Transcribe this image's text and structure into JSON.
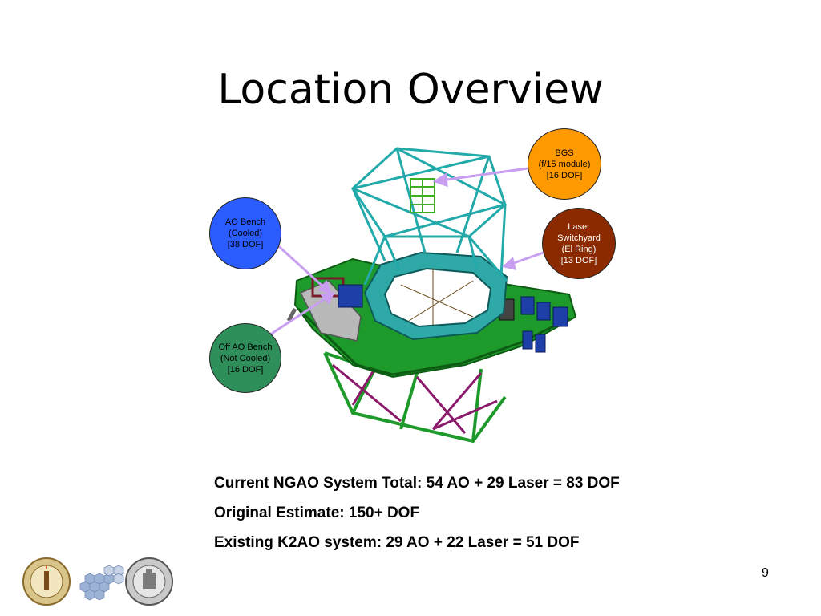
{
  "slide": {
    "title": "Location Overview",
    "page_number": "9"
  },
  "callouts": {
    "bgs": {
      "lines": [
        "BGS",
        "(f/15 module)",
        "[16 DOF]"
      ],
      "color": "#ff9900"
    },
    "ao_bench": {
      "lines": [
        "AO Bench",
        "(Cooled)",
        "[38 DOF]"
      ],
      "color": "#2a5cff"
    },
    "laser": {
      "lines": [
        "Laser",
        "Switchyard",
        "(El Ring)",
        "[13 DOF]"
      ],
      "color": "#8b2a00"
    },
    "off_ao_bench": {
      "lines": [
        "Off AO Bench",
        "(Not Cooled)",
        "[16 DOF]"
      ],
      "color": "#2f8f5b"
    }
  },
  "summary": [
    "Current NGAO System Total: 54 AO + 29 Laser = 83 DOF",
    "Original Estimate: 150+ DOF",
    "Existing K2AO system: 29 AO + 22 Laser = 51 DOF"
  ],
  "logos": {
    "left": "caltech-seal-logo",
    "middle": "keck-mirror-logo",
    "right": "uc-seal-logo"
  },
  "colors": {
    "arrow": "#c89ef0",
    "truss": "#22a9a9",
    "platform": "#1e9a2a"
  }
}
